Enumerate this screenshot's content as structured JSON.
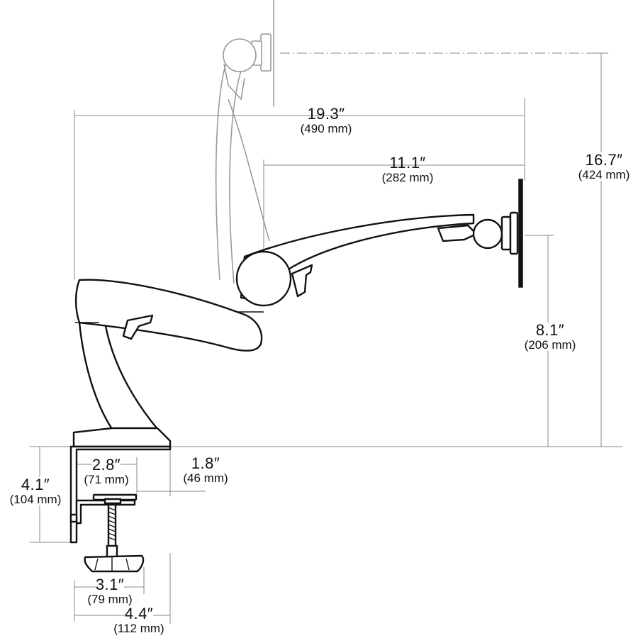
{
  "dimensions": {
    "reach_total": {
      "inches": "19.3″",
      "mm": "(490 mm)"
    },
    "reach_arm": {
      "inches": "11.1″",
      "mm": "(282 mm)"
    },
    "height_total": {
      "inches": "16.7″",
      "mm": "(424 mm)"
    },
    "height_mount": {
      "inches": "8.1″",
      "mm": "(206 mm)"
    },
    "clamp_offset": {
      "inches": "1.8″",
      "mm": "(46 mm)"
    },
    "clamp_depth": {
      "inches": "2.8″",
      "mm": "(71 mm)"
    },
    "clamp_height": {
      "inches": "4.1″",
      "mm": "(104 mm)"
    },
    "knob_width": {
      "inches": "3.1″",
      "mm": "(79 mm)"
    },
    "clamp_width": {
      "inches": "4.4″",
      "mm": "(112 mm)"
    }
  }
}
